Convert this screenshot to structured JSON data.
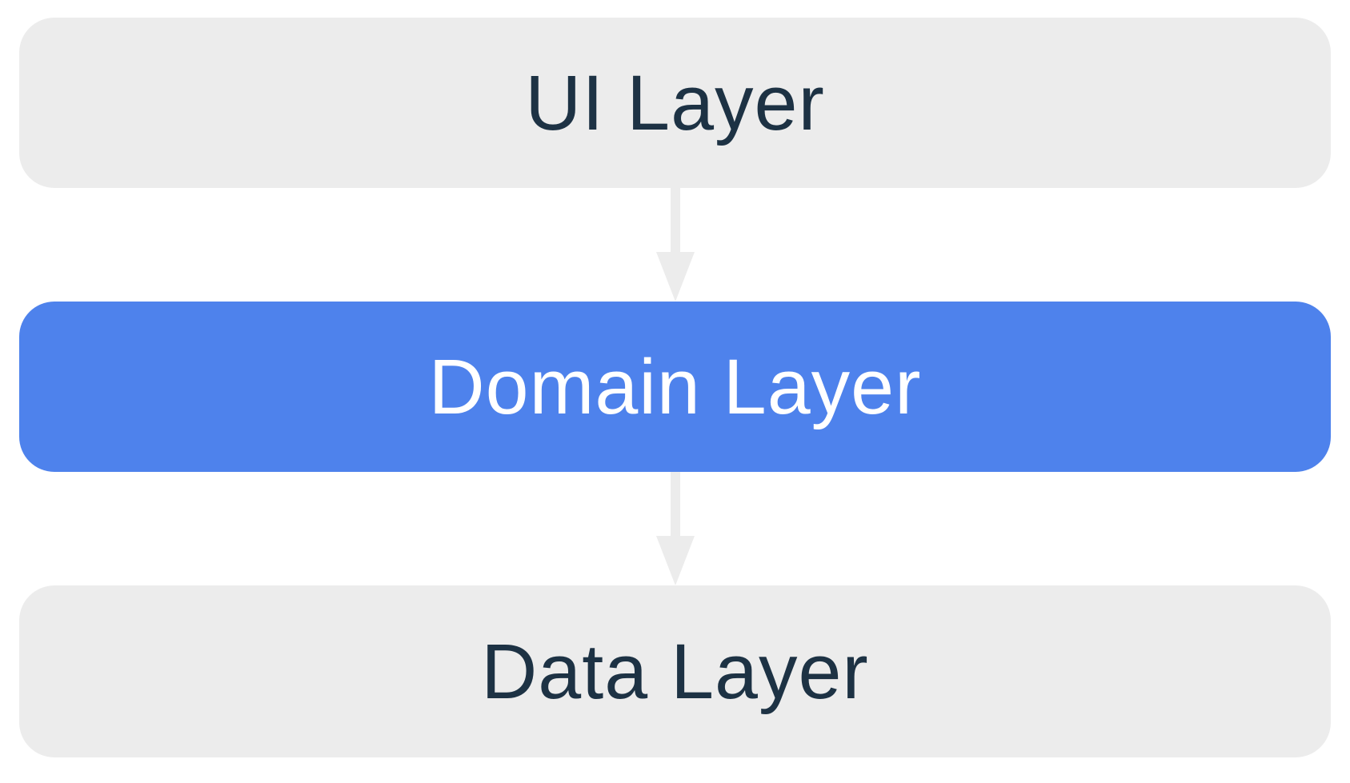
{
  "diagram": {
    "type": "layered-architecture-flow",
    "nodes": [
      {
        "id": "ui-layer",
        "label": "UI Layer",
        "variant": "gray",
        "text_color": "#1d3244",
        "fill": "#ececec"
      },
      {
        "id": "domain-layer",
        "label": "Domain Layer",
        "variant": "blue",
        "text_color": "#ffffff",
        "fill": "#4e82ec"
      },
      {
        "id": "data-layer",
        "label": "Data Layer",
        "variant": "gray",
        "text_color": "#1d3244",
        "fill": "#ececec"
      }
    ],
    "edges": [
      {
        "from": "ui-layer",
        "to": "domain-layer",
        "direction": "down"
      },
      {
        "from": "domain-layer",
        "to": "data-layer",
        "direction": "down"
      }
    ],
    "colors": {
      "background": "#ffffff",
      "box_gray": "#ececec",
      "box_blue": "#4e82ec",
      "text_dark": "#1d3244",
      "text_light": "#ffffff",
      "arrow": "#ececec"
    }
  }
}
